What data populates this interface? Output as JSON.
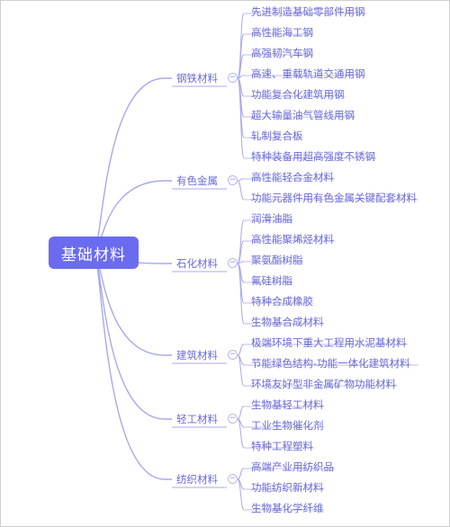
{
  "root": {
    "label": "基础材料"
  },
  "branches": [
    {
      "label": "钢铁材料",
      "toggle": "−",
      "items": [
        "先进制造基础零部件用钢",
        "高性能海工钢",
        "高强韧汽车钢",
        "高速、重载轨道交通用钢",
        "功能复合化建筑用钢",
        "超大输量油气管线用钢",
        "轧制复合板",
        "特种装备用超高强度不锈钢"
      ]
    },
    {
      "label": "有色金属",
      "toggle": "−",
      "items": [
        "高性能轻合金材料",
        "功能元器件用有色金属关键配套材料"
      ]
    },
    {
      "label": "石化材料",
      "toggle": "−",
      "items": [
        "润滑油脂",
        "高性能聚烯烃材料",
        "聚氨酯树脂",
        "氟硅树脂",
        "特种合成橡胶",
        "生物基合成材料"
      ]
    },
    {
      "label": "建筑材料",
      "toggle": "−",
      "items": [
        "极端环境下重大工程用水泥基材料",
        "节能绿色结构-功能一体化建筑材料",
        "环境友好型非金属矿物功能材料"
      ]
    },
    {
      "label": "轻工材料",
      "toggle": "−",
      "items": [
        "生物基轻工材料",
        "工业生物催化剂",
        "特种工程塑料"
      ]
    },
    {
      "label": "纺织材料",
      "toggle": "−",
      "items": [
        "高端产业用纺织品",
        "功能纺织新材料",
        "生物基化学纤维"
      ]
    }
  ],
  "colors": {
    "root_fill": "#6b6bf0",
    "text": "#6a6ad8",
    "line": "#a9a9ee"
  }
}
